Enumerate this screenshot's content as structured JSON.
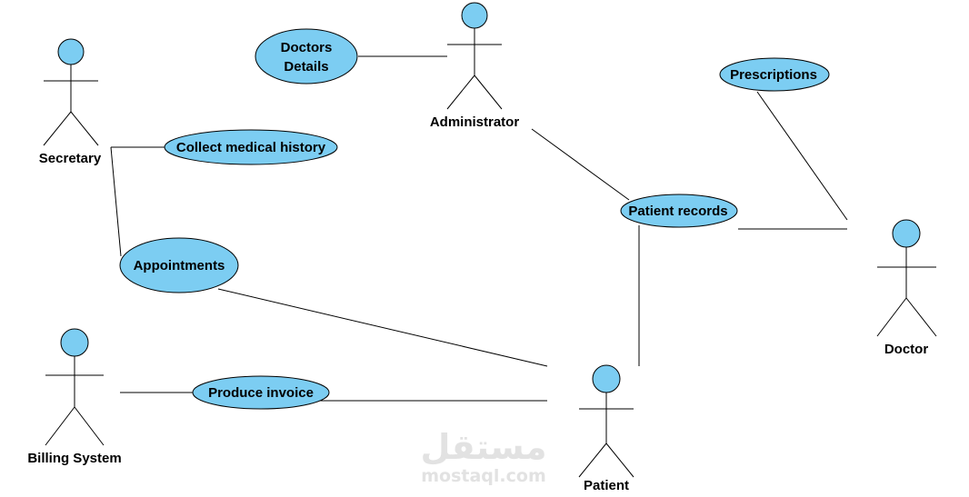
{
  "colors": {
    "fill": "#7ccdf2",
    "stroke": "#000000",
    "watermark": "#e2e2e2"
  },
  "actors": {
    "secretary": "Secretary",
    "administrator": "Administrator",
    "doctor": "Doctor",
    "billing_system": "Billing System",
    "patient": "Patient"
  },
  "use_cases": {
    "doctors_details_line1": "Doctors",
    "doctors_details_line2": "Details",
    "prescriptions": "Prescriptions",
    "collect_medical_history": "Collect medical history",
    "patient_records": "Patient records",
    "appointments": "Appointments",
    "produce_invoice": "Produce invoice"
  },
  "watermark": {
    "arabic": "مستقل",
    "latin": "mostaql.com"
  }
}
